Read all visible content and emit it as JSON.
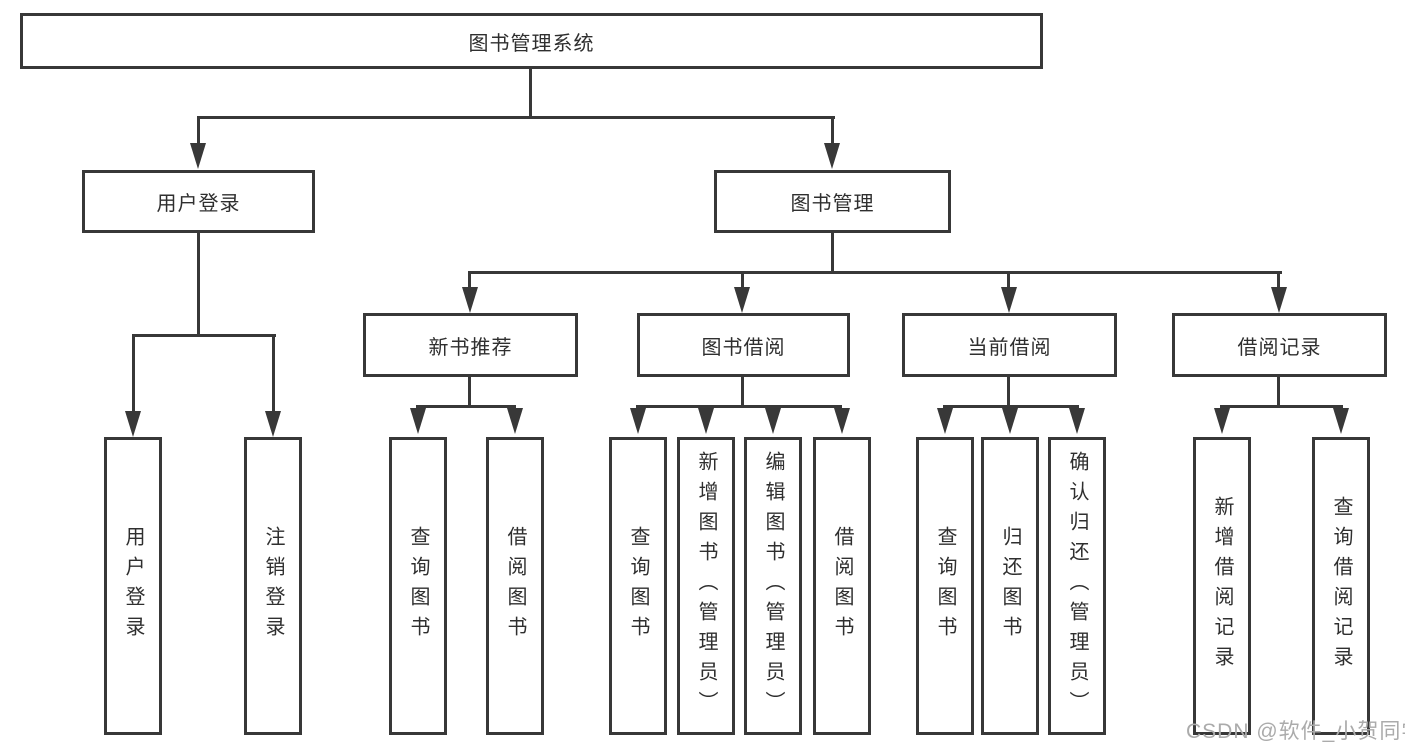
{
  "diagram_title": "图书管理系统",
  "tree": {
    "root": {
      "label": "图书管理系统",
      "children": [
        {
          "label": "用户登录",
          "children": [
            {
              "label": "用户登录"
            },
            {
              "label": "注销登录"
            }
          ]
        },
        {
          "label": "图书管理",
          "children": [
            {
              "label": "新书推荐",
              "children": [
                {
                  "label": "查询图书"
                },
                {
                  "label": "借阅图书"
                }
              ]
            },
            {
              "label": "图书借阅",
              "children": [
                {
                  "label": "查询图书"
                },
                {
                  "label": "新增图书（管理员）"
                },
                {
                  "label": "编辑图书（管理员）"
                },
                {
                  "label": "借阅图书"
                }
              ]
            },
            {
              "label": "当前借阅",
              "children": [
                {
                  "label": "查询图书"
                },
                {
                  "label": "归还图书"
                },
                {
                  "label": "确认归还（管理员）"
                }
              ]
            },
            {
              "label": "借阅记录",
              "children": [
                {
                  "label": "新增借阅记录"
                },
                {
                  "label": "查询借阅记录"
                }
              ]
            }
          ]
        }
      ]
    }
  },
  "watermark": {
    "text": "CSDN @软件_小贺同学"
  },
  "colors": {
    "line": "#383838",
    "text": "#2f2f2f",
    "watermark": "#ababab",
    "background": "#ffffff"
  }
}
